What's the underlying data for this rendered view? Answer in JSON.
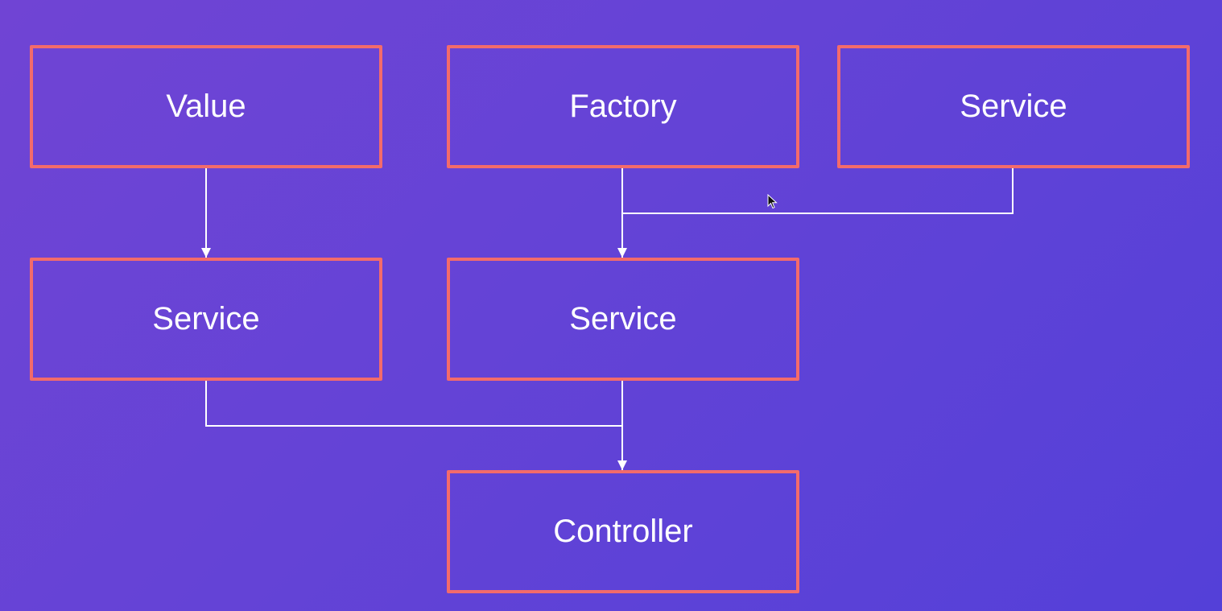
{
  "diagram": {
    "nodes": [
      {
        "id": "value",
        "label": "Value"
      },
      {
        "id": "factory",
        "label": "Factory"
      },
      {
        "id": "service-top",
        "label": "Service"
      },
      {
        "id": "service-left",
        "label": "Service"
      },
      {
        "id": "service-mid",
        "label": "Service"
      },
      {
        "id": "controller",
        "label": "Controller"
      }
    ],
    "edges": [
      {
        "from": "value",
        "to": "service-left"
      },
      {
        "from": "factory",
        "to": "service-mid"
      },
      {
        "from": "service-top",
        "to": "service-mid"
      },
      {
        "from": "service-left",
        "to": "controller"
      },
      {
        "from": "service-mid",
        "to": "controller"
      }
    ]
  },
  "colors": {
    "node_border": "#f36b6b",
    "text": "#ffffff",
    "connector": "#ffffff",
    "background_start": "#7044d4",
    "background_end": "#5440d8"
  },
  "cursor": {
    "icon": "mouse-pointer-icon"
  }
}
